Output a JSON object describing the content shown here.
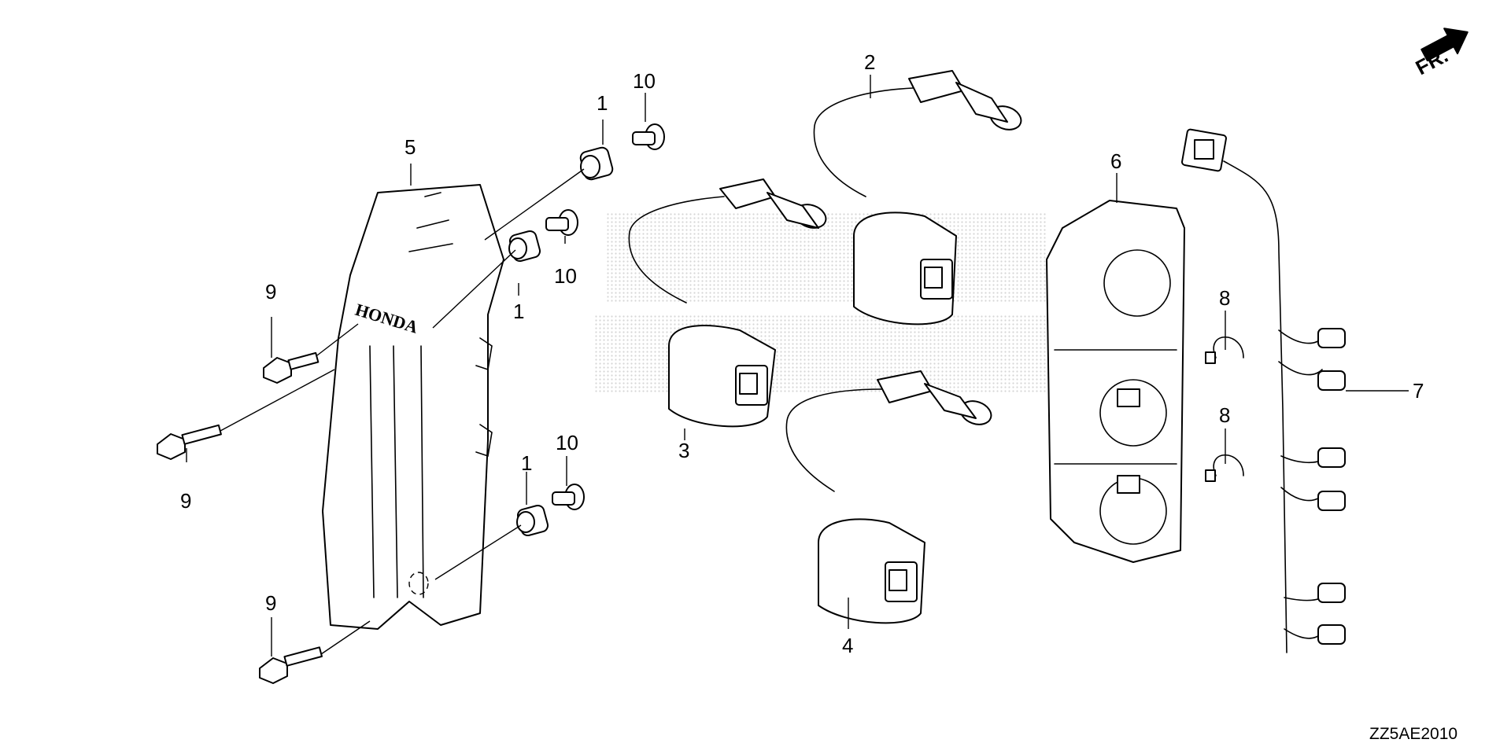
{
  "diagram": {
    "code": "ZZ5AE2010",
    "direction_label": "FR.",
    "callouts": {
      "c1a": "1",
      "c1b": "1",
      "c1c": "1",
      "c2": "2",
      "c3": "3",
      "c4": "4",
      "c5": "5",
      "c6": "6",
      "c7": "7",
      "c8a": "8",
      "c8b": "8",
      "c9a": "9",
      "c9b": "9",
      "c9c": "9",
      "c10a": "10",
      "c10b": "10",
      "c10c": "10"
    },
    "cover_brand": "HONDA"
  }
}
